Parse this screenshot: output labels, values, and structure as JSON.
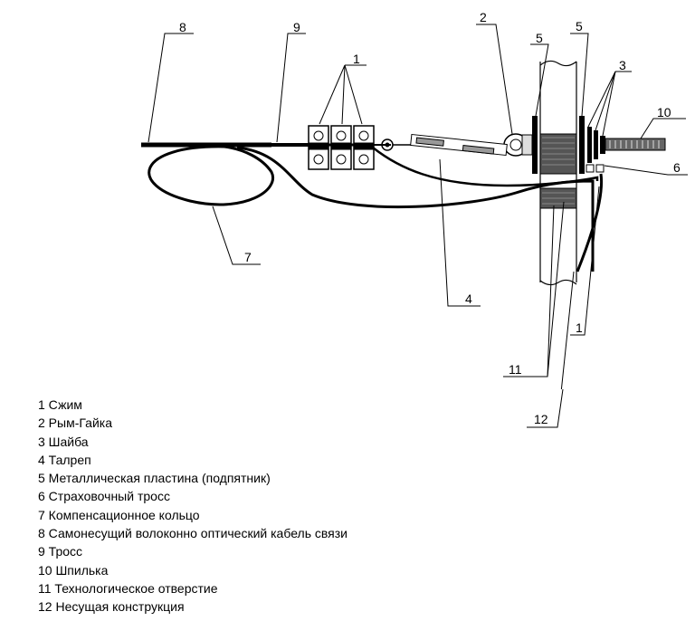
{
  "callouts": {
    "c1_top": "1",
    "c1_right": "1",
    "c2": "2",
    "c3": "3",
    "c4": "4",
    "c5_left": "5",
    "c5_right": "5",
    "c6": "6",
    "c7": "7",
    "c8": "8",
    "c9": "9",
    "c10": "10",
    "c11": "11",
    "c12": "12"
  },
  "legend": [
    "1 Сжим",
    "2 Рым-Гайка",
    "3 Шайба",
    "4 Талреп",
    "5 Металлическая пластина (подпятник)",
    "6 Страховочный тросс",
    "7 Компенсационное кольцо",
    "8 Самонесущий волоконно оптический кабель связи",
    "9 Тросс",
    "10 Шпилька",
    "11 Технологическое отверстие",
    "12 Несущая конструкция"
  ]
}
